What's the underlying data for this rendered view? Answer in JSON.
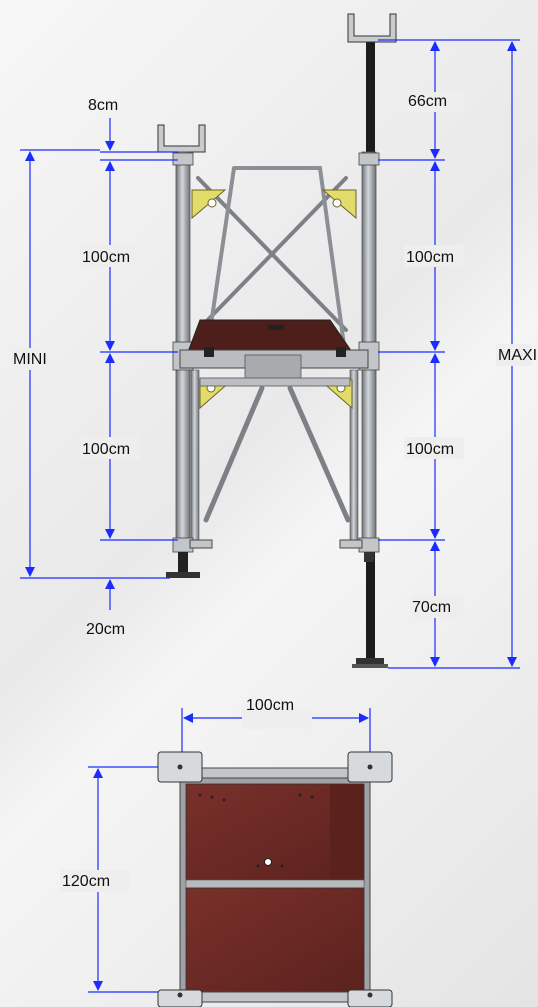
{
  "dimensions": {
    "top_gap": "8cm",
    "upper_left": "100cm",
    "lower_left": "100cm",
    "base_left": "20cm",
    "mini": "MINI",
    "top_extension": "66cm",
    "upper_right": "100cm",
    "lower_right": "100cm",
    "base_right": "70cm",
    "maxi": "MAXI",
    "width_top_view": "100cm",
    "depth_top_view": "120cm"
  },
  "colors": {
    "dimension_line": "#1a2cff",
    "frame": "#9a9ea3",
    "frame_dark": "#5e6166",
    "platform": "#6e2a25",
    "brace_yellow": "#e3dc6a",
    "screw_jack": "#222222"
  }
}
